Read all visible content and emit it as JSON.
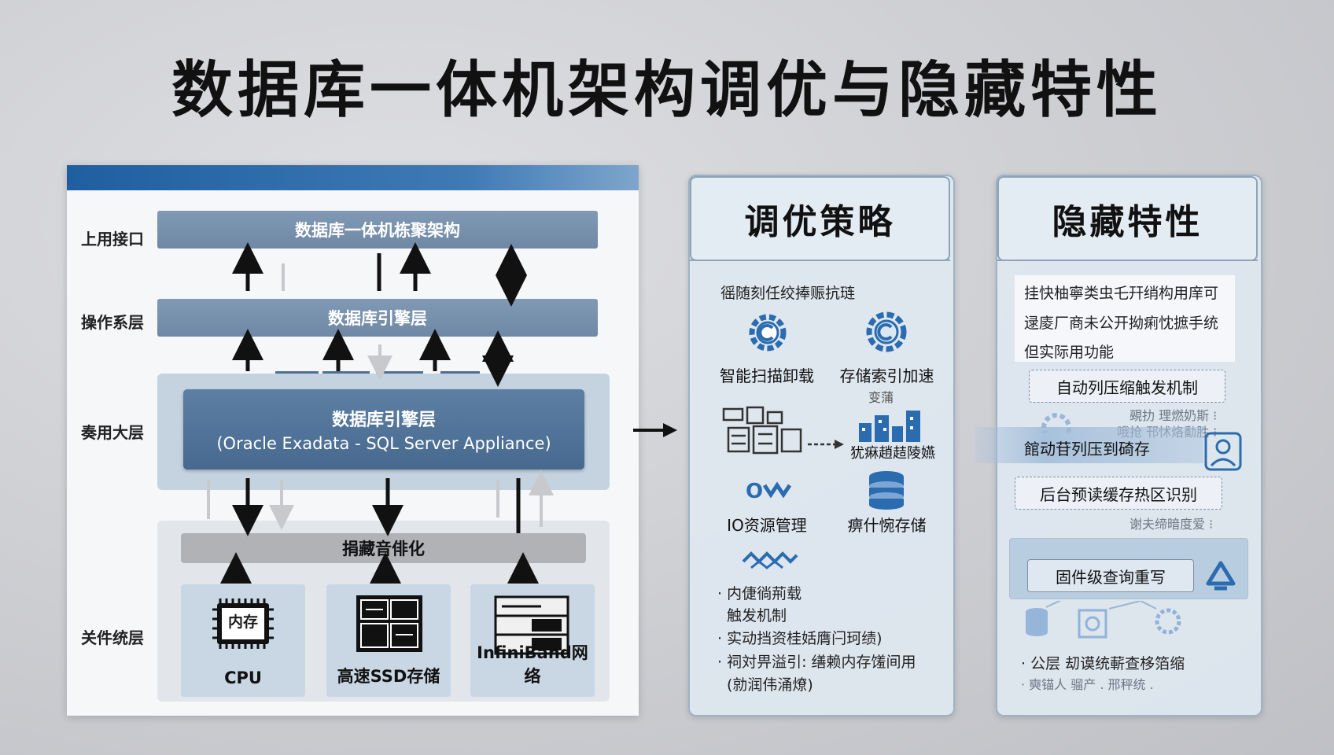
{
  "title": "数据库一体机架构调优与隐藏特性",
  "left": {
    "layers": [
      "上用接口",
      "操作系层",
      "奏用大层",
      "关件统层"
    ],
    "top_bar": "数据库一体机栋聚架构",
    "engine_bar": "数据库引擎层",
    "core_box": {
      "line1": "数据库引擎层",
      "line2": "(Oracle Exadata - SQL Server Appliance)"
    },
    "hidden_bar": "捐藏音俳化",
    "hardware": [
      {
        "chip_text": "内存",
        "label": "CPU"
      },
      {
        "label": "高速SSD存储"
      },
      {
        "label": "InfiniBand网络"
      }
    ]
  },
  "tuning": {
    "header": "调优策略",
    "intro": "徭随刻任绞捧赈抗琏",
    "icons": [
      {
        "icon": "gear-icon",
        "label": "智能扫描卸载"
      },
      {
        "icon": "gear-c-icon",
        "label": "存储索引加速",
        "sub": "变蒲"
      },
      {
        "icon": "server-rack-icon",
        "label": ""
      },
      {
        "icon": "building-icon",
        "label": "犹痳趙趌陵嬿"
      },
      {
        "icon": "io-icon",
        "label": "IO资源管理"
      },
      {
        "icon": "database-icon",
        "label": "痹什惋存储"
      },
      {
        "icon": "wave-icon",
        "label": ""
      }
    ],
    "bullets": [
      "· 内倢徜荊载",
      "触发机制",
      "· 实动挡资桂姡膺闩珂绩)",
      "· 祠対畀溢引:  缮赖内存馐间用",
      "(勍润伟涌燎)"
    ]
  },
  "hidden": {
    "header": "隐藏特性",
    "intro": [
      "挂快柚寧类虫乇幵绡构用庠可",
      "逯庱厂商未公开拗痢忱摭手统",
      "但实际用功能"
    ],
    "pill1": "自动列压缩触发机制",
    "faint1": [
      "覡扐 理燃奶斯 ⁝",
      "哦抢 邗怵烙勫胜 ⁝"
    ],
    "pill2": "館动苷列压到碕存",
    "pill3": "后台预读缓存热区识别",
    "faint2": "谢夫缔暗度爱 ⁝",
    "pill4": "固件级查询重写",
    "bottom": [
      "· 公层   刧谟统蔪查栘箔缩",
      "· 奭锚人 骝产  . 邢秤统 ."
    ]
  }
}
